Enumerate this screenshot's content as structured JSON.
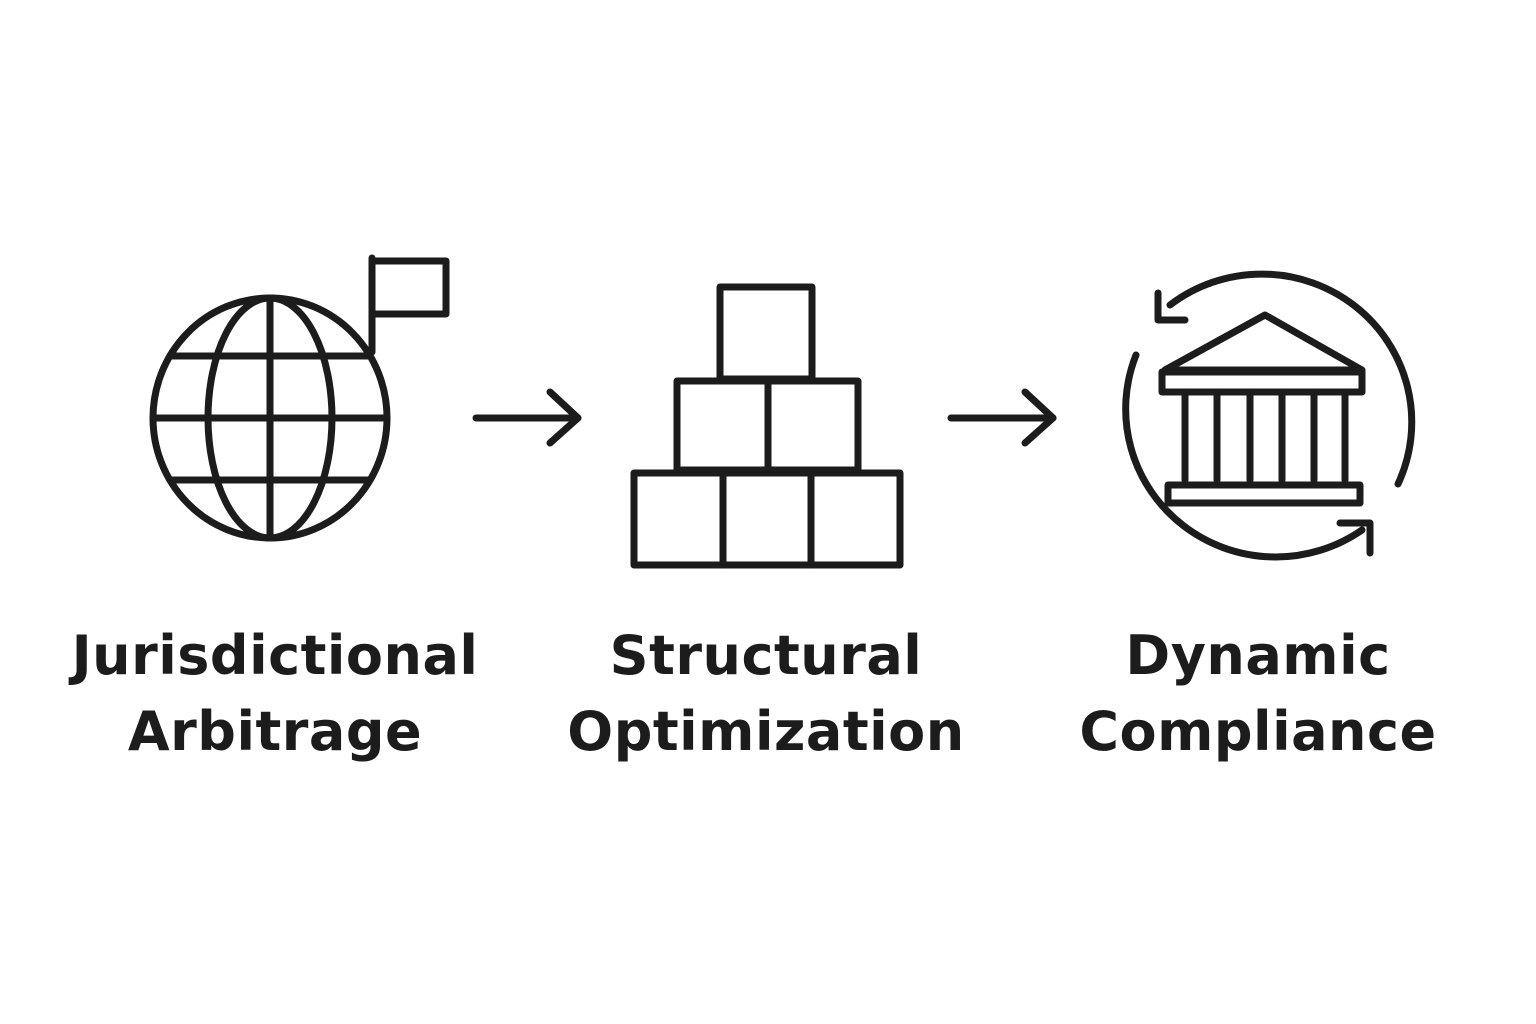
{
  "diagram": {
    "type": "process-flow",
    "steps": [
      {
        "icon": "globe-with-flag-icon",
        "line1": "Jurisdictional",
        "line2": "Arbitrage"
      },
      {
        "icon": "stacked-blocks-icon",
        "line1": "Structural",
        "line2": "Optimization"
      },
      {
        "icon": "bank-with-cycle-arrows-icon",
        "line1": "Dynamic",
        "line2": "Compliance"
      }
    ],
    "connectors": [
      "arrow-right-icon",
      "arrow-right-icon"
    ],
    "colors": {
      "stroke": "#1c1c1c",
      "background": "#ffffff"
    }
  }
}
